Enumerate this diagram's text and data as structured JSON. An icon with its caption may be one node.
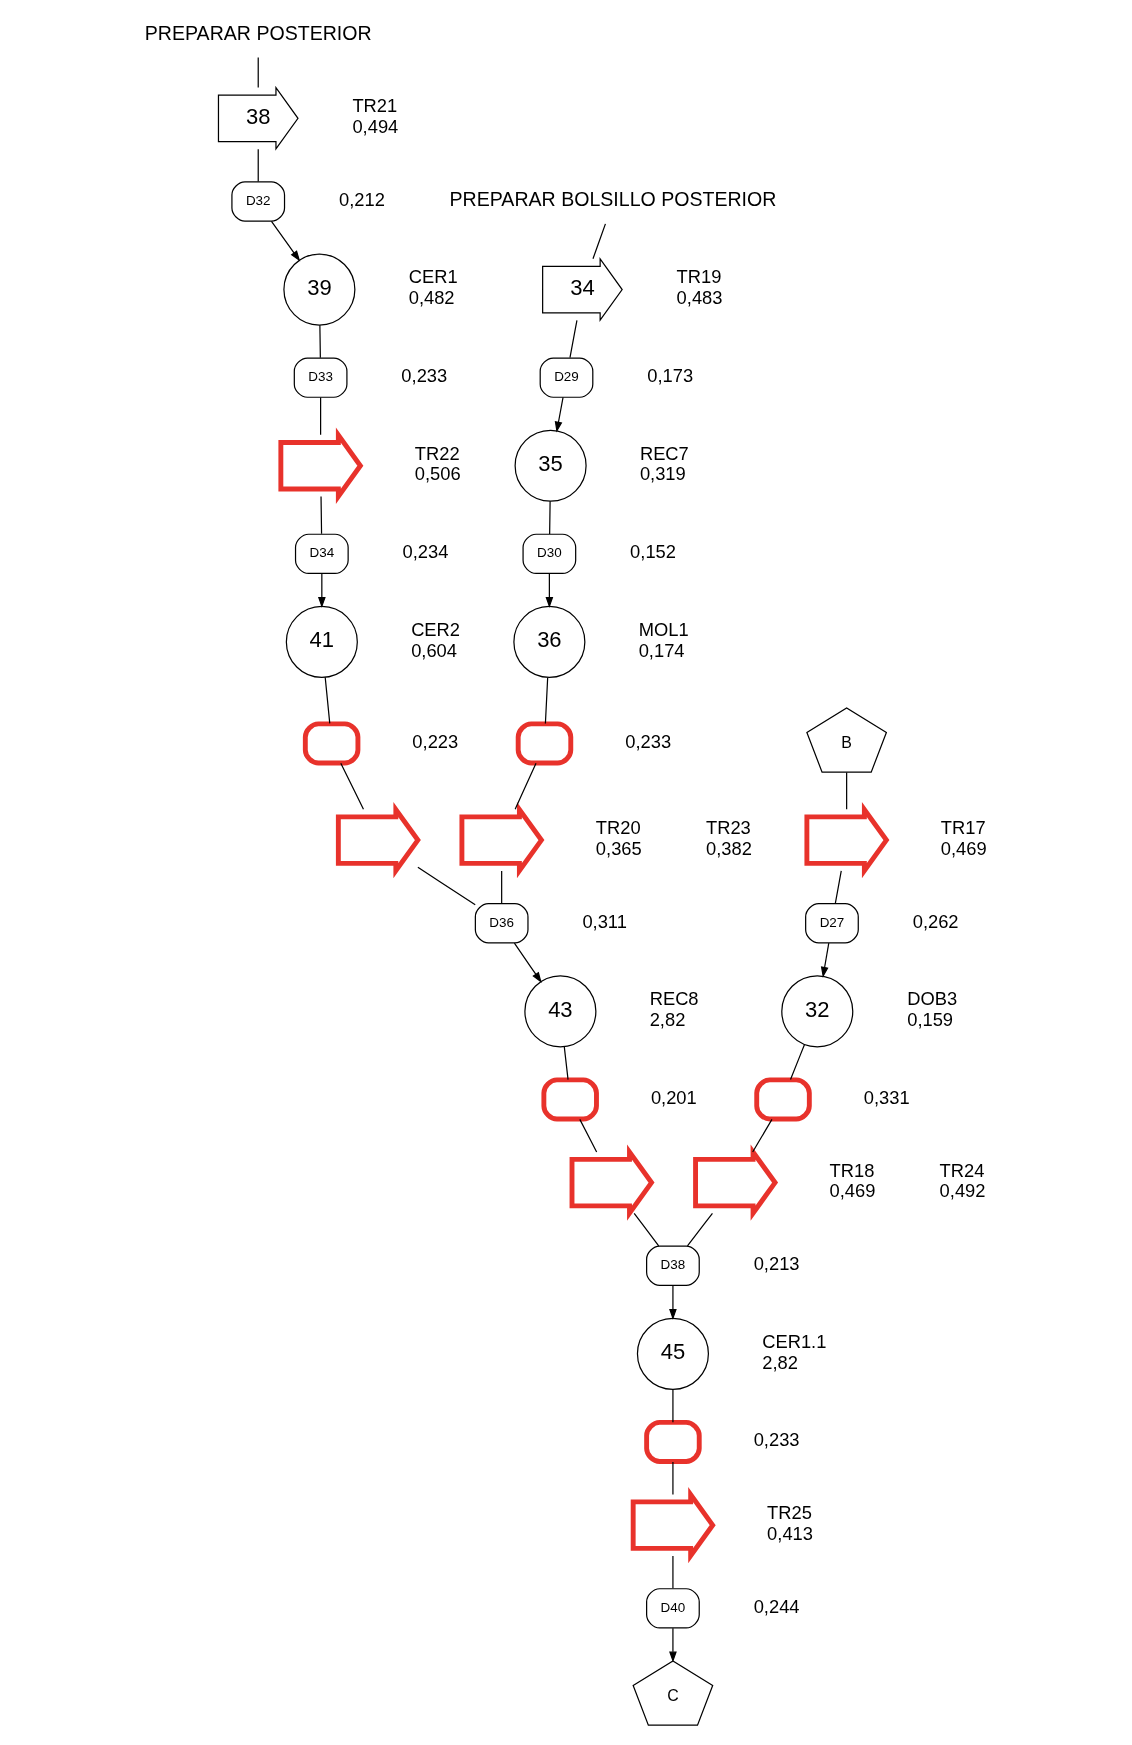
{
  "diagram": {
    "nodes": [
      {
        "text": [
          "PREPARAR BOLSILLO POSTERIOR"
        ]
      },
      {
        "text": [
          "34"
        ],
        "beside": [
          "TR19",
          "0,483"
        ]
      },
      {
        "text": [
          "D29"
        ],
        "beside": [
          "0,173"
        ]
      },
      {
        "text": [
          "35"
        ],
        "beside": [
          "REC7",
          "0,319"
        ]
      },
      {
        "text": [
          "D30"
        ],
        "beside": [
          "0,152"
        ]
      },
      {
        "text": [
          "36"
        ],
        "beside": [
          "MOL1",
          "0,174"
        ]
      },
      {
        "text": [],
        "shape": "delay",
        "beside": [
          "0,233"
        ]
      },
      {
        "text": [],
        "shape": "arrow",
        "beside": [
          "TR20",
          "0,365"
        ]
      },
      {
        "text": [
          "PREPARAR POSTERIOR"
        ]
      },
      {
        "text": [
          "38"
        ],
        "beside": [
          "TR21",
          "0,494"
        ]
      },
      {
        "text": [
          "D32"
        ],
        "beside": [
          "0,212"
        ]
      },
      {
        "text": [
          "39"
        ],
        "beside": [
          "CER1",
          "0,482"
        ]
      },
      {
        "text": [
          "D33"
        ],
        "beside": [
          "0,233"
        ]
      },
      {
        "text": [],
        "shape": "arrow",
        "beside": [
          "TR22",
          "0,506"
        ]
      },
      {
        "text": [
          "D34"
        ],
        "beside": [
          "0,234"
        ]
      },
      {
        "text": [
          "41"
        ],
        "beside": [
          "CER2",
          "0,604"
        ]
      },
      {
        "text": [],
        "shape": "delay",
        "beside": [
          "0,223"
        ]
      },
      {
        "text": [],
        "shape": "arrow",
        "beside": [
          "TR23",
          "0,382"
        ]
      },
      {
        "text": [
          "B"
        ]
      },
      {
        "text": [],
        "shape": "arrow",
        "beside": [
          "TR17",
          "0,469"
        ]
      },
      {
        "text": [
          "D27"
        ],
        "beside": [
          "0,262"
        ]
      },
      {
        "text": [
          "32"
        ],
        "beside": [
          "DOB3",
          "0,159"
        ]
      },
      {
        "text": [],
        "shape": "delay",
        "beside": [
          "0,331"
        ]
      },
      {
        "text": [],
        "shape": "arrow",
        "beside": [
          "TR18",
          "0,469"
        ]
      },
      {
        "text": [
          "D36"
        ],
        "beside": [
          "0,311"
        ]
      },
      {
        "text": [
          "43"
        ],
        "beside": [
          "REC8",
          "2,82"
        ]
      },
      {
        "text": [],
        "shape": "delay",
        "beside": [
          "0,201"
        ]
      },
      {
        "text": [],
        "shape": "arrow",
        "beside": [
          "TR24",
          "0,492"
        ]
      },
      {
        "text": [
          "D38"
        ],
        "beside": [
          "0,213"
        ]
      },
      {
        "text": [
          "45"
        ],
        "beside": [
          "CER1.1",
          "2,82"
        ]
      },
      {
        "text": [],
        "shape": "delay",
        "beside": [
          "0,233"
        ]
      },
      {
        "text": [],
        "shape": "arrow",
        "beside": [
          "TR25",
          "0,413"
        ]
      },
      {
        "text": [
          "D40"
        ],
        "beside": [
          "0,244"
        ]
      },
      {
        "text": [
          "C"
        ]
      }
    ],
    "edges": [
      {
        "from": 0,
        "to": 1,
        "arrow": "none"
      },
      {
        "from": 1,
        "to": 2,
        "arrow": "none"
      },
      {
        "from": 2,
        "to": 3,
        "arrow": "to"
      },
      {
        "from": 3,
        "to": 4,
        "arrow": "none"
      },
      {
        "from": 4,
        "to": 5,
        "arrow": "to"
      },
      {
        "from": 5,
        "to": 6,
        "arrow": "none"
      },
      {
        "from": 6,
        "to": 7,
        "arrow": "none"
      },
      {
        "from": 7,
        "to": 24,
        "arrow": "none"
      },
      {
        "from": 8,
        "to": 9,
        "arrow": "none"
      },
      {
        "from": 9,
        "to": 10,
        "arrow": "none"
      },
      {
        "from": 10,
        "to": 11,
        "arrow": "to"
      },
      {
        "from": 11,
        "to": 12,
        "arrow": "none"
      },
      {
        "from": 12,
        "to": 13,
        "arrow": "none"
      },
      {
        "from": 13,
        "to": 14,
        "arrow": "none"
      },
      {
        "from": 14,
        "to": 15,
        "arrow": "to"
      },
      {
        "from": 15,
        "to": 16,
        "arrow": "none"
      },
      {
        "from": 16,
        "to": 17,
        "arrow": "none"
      },
      {
        "from": 17,
        "to": 24,
        "arrow": "none"
      },
      {
        "from": 18,
        "to": 19,
        "arrow": "none"
      },
      {
        "from": 19,
        "to": 20,
        "arrow": "none"
      },
      {
        "from": 20,
        "to": 21,
        "arrow": "to"
      },
      {
        "from": 21,
        "to": 22,
        "arrow": "none"
      },
      {
        "from": 22,
        "to": 23,
        "arrow": "none"
      },
      {
        "from": 24,
        "to": 25,
        "arrow": "to"
      },
      {
        "from": 25,
        "to": 26,
        "arrow": "none"
      },
      {
        "from": 26,
        "to": 27,
        "arrow": "none"
      },
      {
        "from": 23,
        "to": 28,
        "arrow": "none"
      },
      {
        "from": 27,
        "to": 28,
        "arrow": "none"
      },
      {
        "from": 28,
        "to": 29,
        "arrow": "to"
      },
      {
        "from": 29,
        "to": 30,
        "arrow": "none"
      },
      {
        "from": 30,
        "to": 31,
        "arrow": "none"
      },
      {
        "from": 31,
        "to": 32,
        "arrow": "none"
      },
      {
        "from": 32,
        "to": 33,
        "arrow": "to"
      }
    ]
  }
}
